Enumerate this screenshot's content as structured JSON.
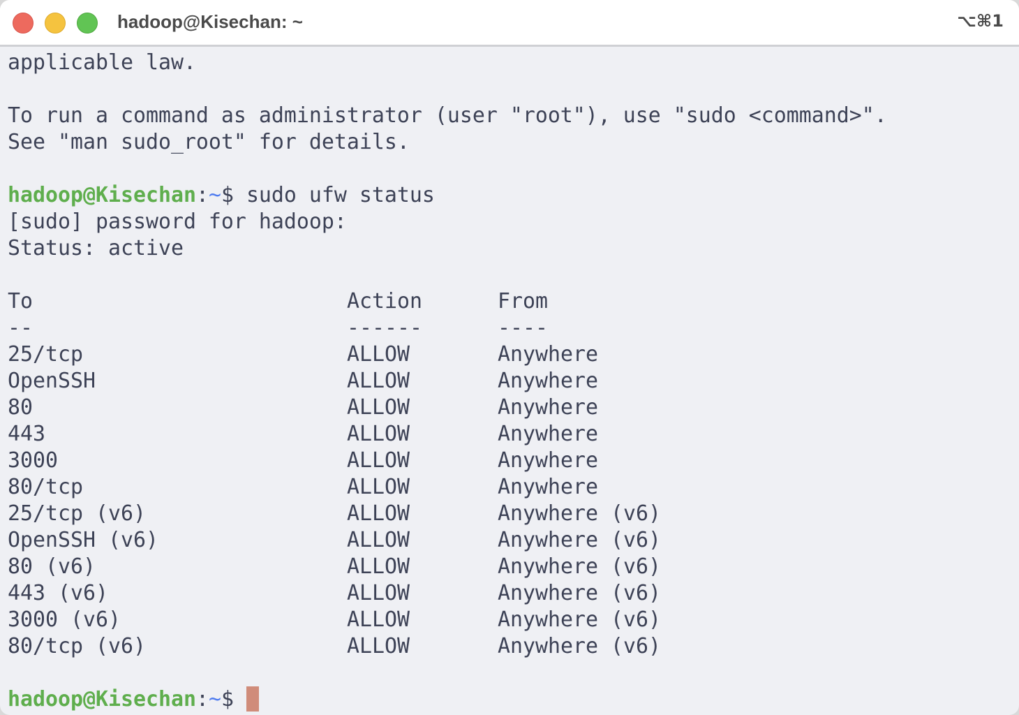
{
  "window": {
    "title": "hadoop@Kisechan: ~",
    "shortcut": "⌥⌘1"
  },
  "terminal": {
    "intro": [
      "applicable law.",
      "",
      "To run a command as administrator (user \"root\"), use \"sudo <command>\".",
      "See \"man sudo_root\" for details.",
      ""
    ],
    "prompt_user": "hadoop@Kisechan",
    "prompt_sep": ":",
    "prompt_path": "~",
    "prompt_symbol": "$",
    "command": "sudo ufw status",
    "output": [
      "[sudo] password for hadoop:",
      "Status: active",
      ""
    ],
    "table": {
      "headers": [
        "To",
        "Action",
        "From"
      ],
      "underline": [
        "--",
        "------",
        "----"
      ],
      "rows": [
        [
          "25/tcp",
          "ALLOW",
          "Anywhere"
        ],
        [
          "OpenSSH",
          "ALLOW",
          "Anywhere"
        ],
        [
          "80",
          "ALLOW",
          "Anywhere"
        ],
        [
          "443",
          "ALLOW",
          "Anywhere"
        ],
        [
          "3000",
          "ALLOW",
          "Anywhere"
        ],
        [
          "80/tcp",
          "ALLOW",
          "Anywhere"
        ],
        [
          "25/tcp (v6)",
          "ALLOW",
          "Anywhere (v6)"
        ],
        [
          "OpenSSH (v6)",
          "ALLOW",
          "Anywhere (v6)"
        ],
        [
          "80 (v6)",
          "ALLOW",
          "Anywhere (v6)"
        ],
        [
          "443 (v6)",
          "ALLOW",
          "Anywhere (v6)"
        ],
        [
          "3000 (v6)",
          "ALLOW",
          "Anywhere (v6)"
        ],
        [
          "80/tcp (v6)",
          "ALLOW",
          "Anywhere (v6)"
        ]
      ]
    }
  }
}
